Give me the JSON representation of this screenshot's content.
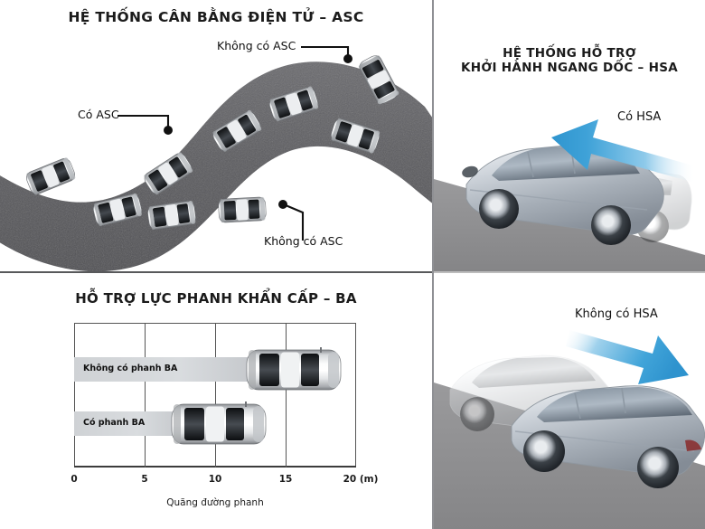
{
  "panels": {
    "asc": {
      "title": "HỆ THỐNG CÂN BẰNG ĐIỆN TỬ – ASC",
      "callouts": [
        {
          "id": "no-asc-top",
          "label": "Không có ASC"
        },
        {
          "id": "has-asc",
          "label": "Có ASC"
        },
        {
          "id": "no-asc-bottom",
          "label": "Không có ASC"
        }
      ],
      "road_color": "#5c5c60",
      "car_count_on_road": 8,
      "car_count_off_road": 2
    },
    "ba": {
      "title": "HỖ TRỢ LỰC PHANH KHẨN CẤP – BA",
      "x_axis_title": "Quãng đường phanh",
      "unit_label": "(m)"
    },
    "hsa_top": {
      "title_line1": "HỆ THỐNG HỖ TRỢ",
      "title_line2": "KHỞI HÀNH NGANG DỐC – HSA",
      "label": "Có HSA",
      "arrow_direction": "up-left",
      "arrow_color": "#3b9fd6",
      "slope_color": "#8c8c8e"
    },
    "hsa_bottom": {
      "label": "Không có HSA",
      "arrow_direction": "down-right",
      "arrow_color": "#3b9fd6",
      "slope_color": "#8c8c8e"
    }
  },
  "chart_data": {
    "type": "bar",
    "orientation": "horizontal",
    "title": "HỖ TRỢ LỰC PHANH KHẨN CẤP – BA",
    "xlabel": "Quãng đường phanh",
    "ylabel": "",
    "unit": "m",
    "xlim": [
      0,
      20
    ],
    "xticks": [
      0,
      5,
      10,
      15,
      20
    ],
    "xtick_labels": [
      "0",
      "5",
      "10",
      "15",
      "20 (m)"
    ],
    "grid": true,
    "legend": "none",
    "categories": [
      "Không có phanh BA",
      "Có phanh BA"
    ],
    "values": [
      17.5,
      12.0
    ],
    "series": [
      {
        "name": "Quãng đường phanh (m)",
        "values": [
          17.5,
          12.0
        ]
      }
    ],
    "bars": [
      {
        "label": "Không có phanh BA",
        "value": 17.5,
        "bar_end": 13.5,
        "car_center": 15.6
      },
      {
        "label": "Có phanh BA",
        "value": 12.0,
        "bar_end": 8.2,
        "car_center": 10.2
      }
    ]
  }
}
